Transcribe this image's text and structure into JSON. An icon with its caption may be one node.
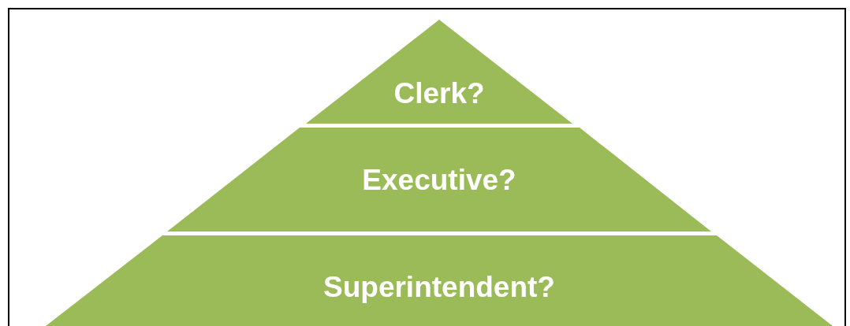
{
  "diagram": {
    "nodes": [
      {
        "text": [
          "Clerk?"
        ]
      },
      {
        "text": [
          "Executive?"
        ]
      },
      {
        "text": [
          "Superintendent?"
        ]
      }
    ]
  }
}
